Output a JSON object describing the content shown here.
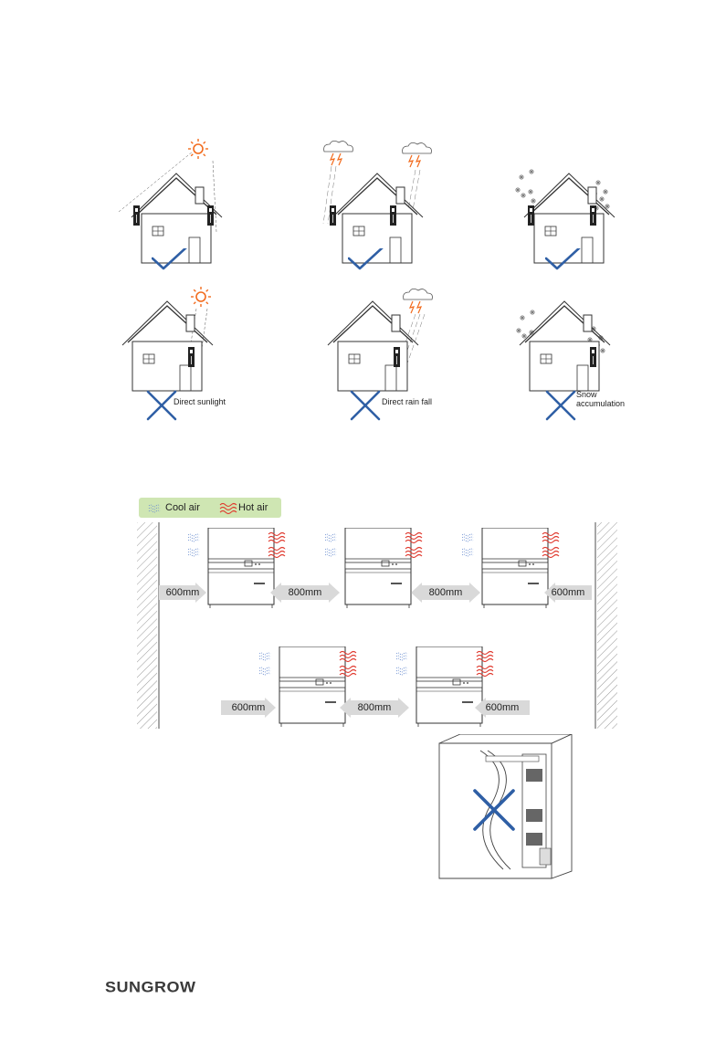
{
  "captions": {
    "sunlight": "Direct sunlight",
    "rain": "Direct rain fall",
    "snow": "Snow\naccumulation"
  },
  "legend": {
    "cool": "Cool air",
    "hot": "Hot air"
  },
  "spacing": {
    "wall_gap": "600mm",
    "between_gap": "800mm"
  },
  "brand": "SUNGROW",
  "colors": {
    "check": "#2f5fa5",
    "cross": "#2f5fa5",
    "sun": "#f26b1d",
    "legend_bg": "#cfe6b3",
    "hot_air": "#e03a2f",
    "cool_air": "#6c8fd0",
    "arrow_fill": "#d9d9d9"
  }
}
